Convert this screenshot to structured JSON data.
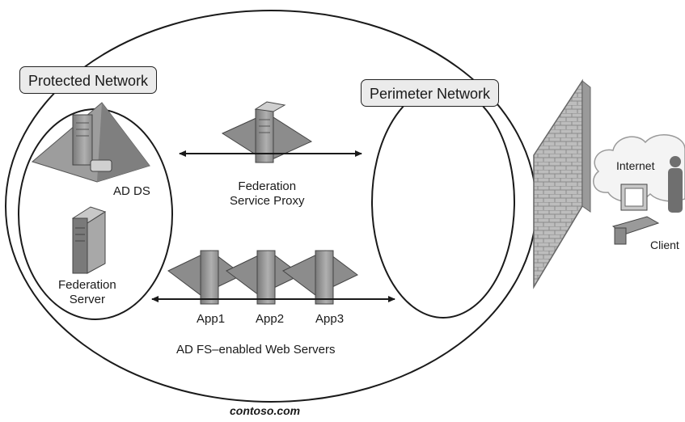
{
  "zones": {
    "protected": "Protected Network",
    "perimeter": "Perimeter Network"
  },
  "nodes": {
    "ad_ds": "AD DS",
    "federation_server": "Federation\nServer",
    "federation_proxy": "Federation\nService Proxy",
    "app1": "App1",
    "app2": "App2",
    "app3": "App3",
    "web_servers_caption": "AD FS–enabled Web Servers",
    "internet": "Internet",
    "client": "Client"
  },
  "domain_label": "contoso.com",
  "colors": {
    "outline": "#1a1a1a",
    "server_dark": "#6e6e6e",
    "server_mid": "#9a9a9a",
    "server_light": "#c8c8c8",
    "pyramid": "#9d9d9d",
    "board": "#8c8c8c",
    "wall": "#b9b9b9",
    "zone_fill": "#ebebeb"
  }
}
